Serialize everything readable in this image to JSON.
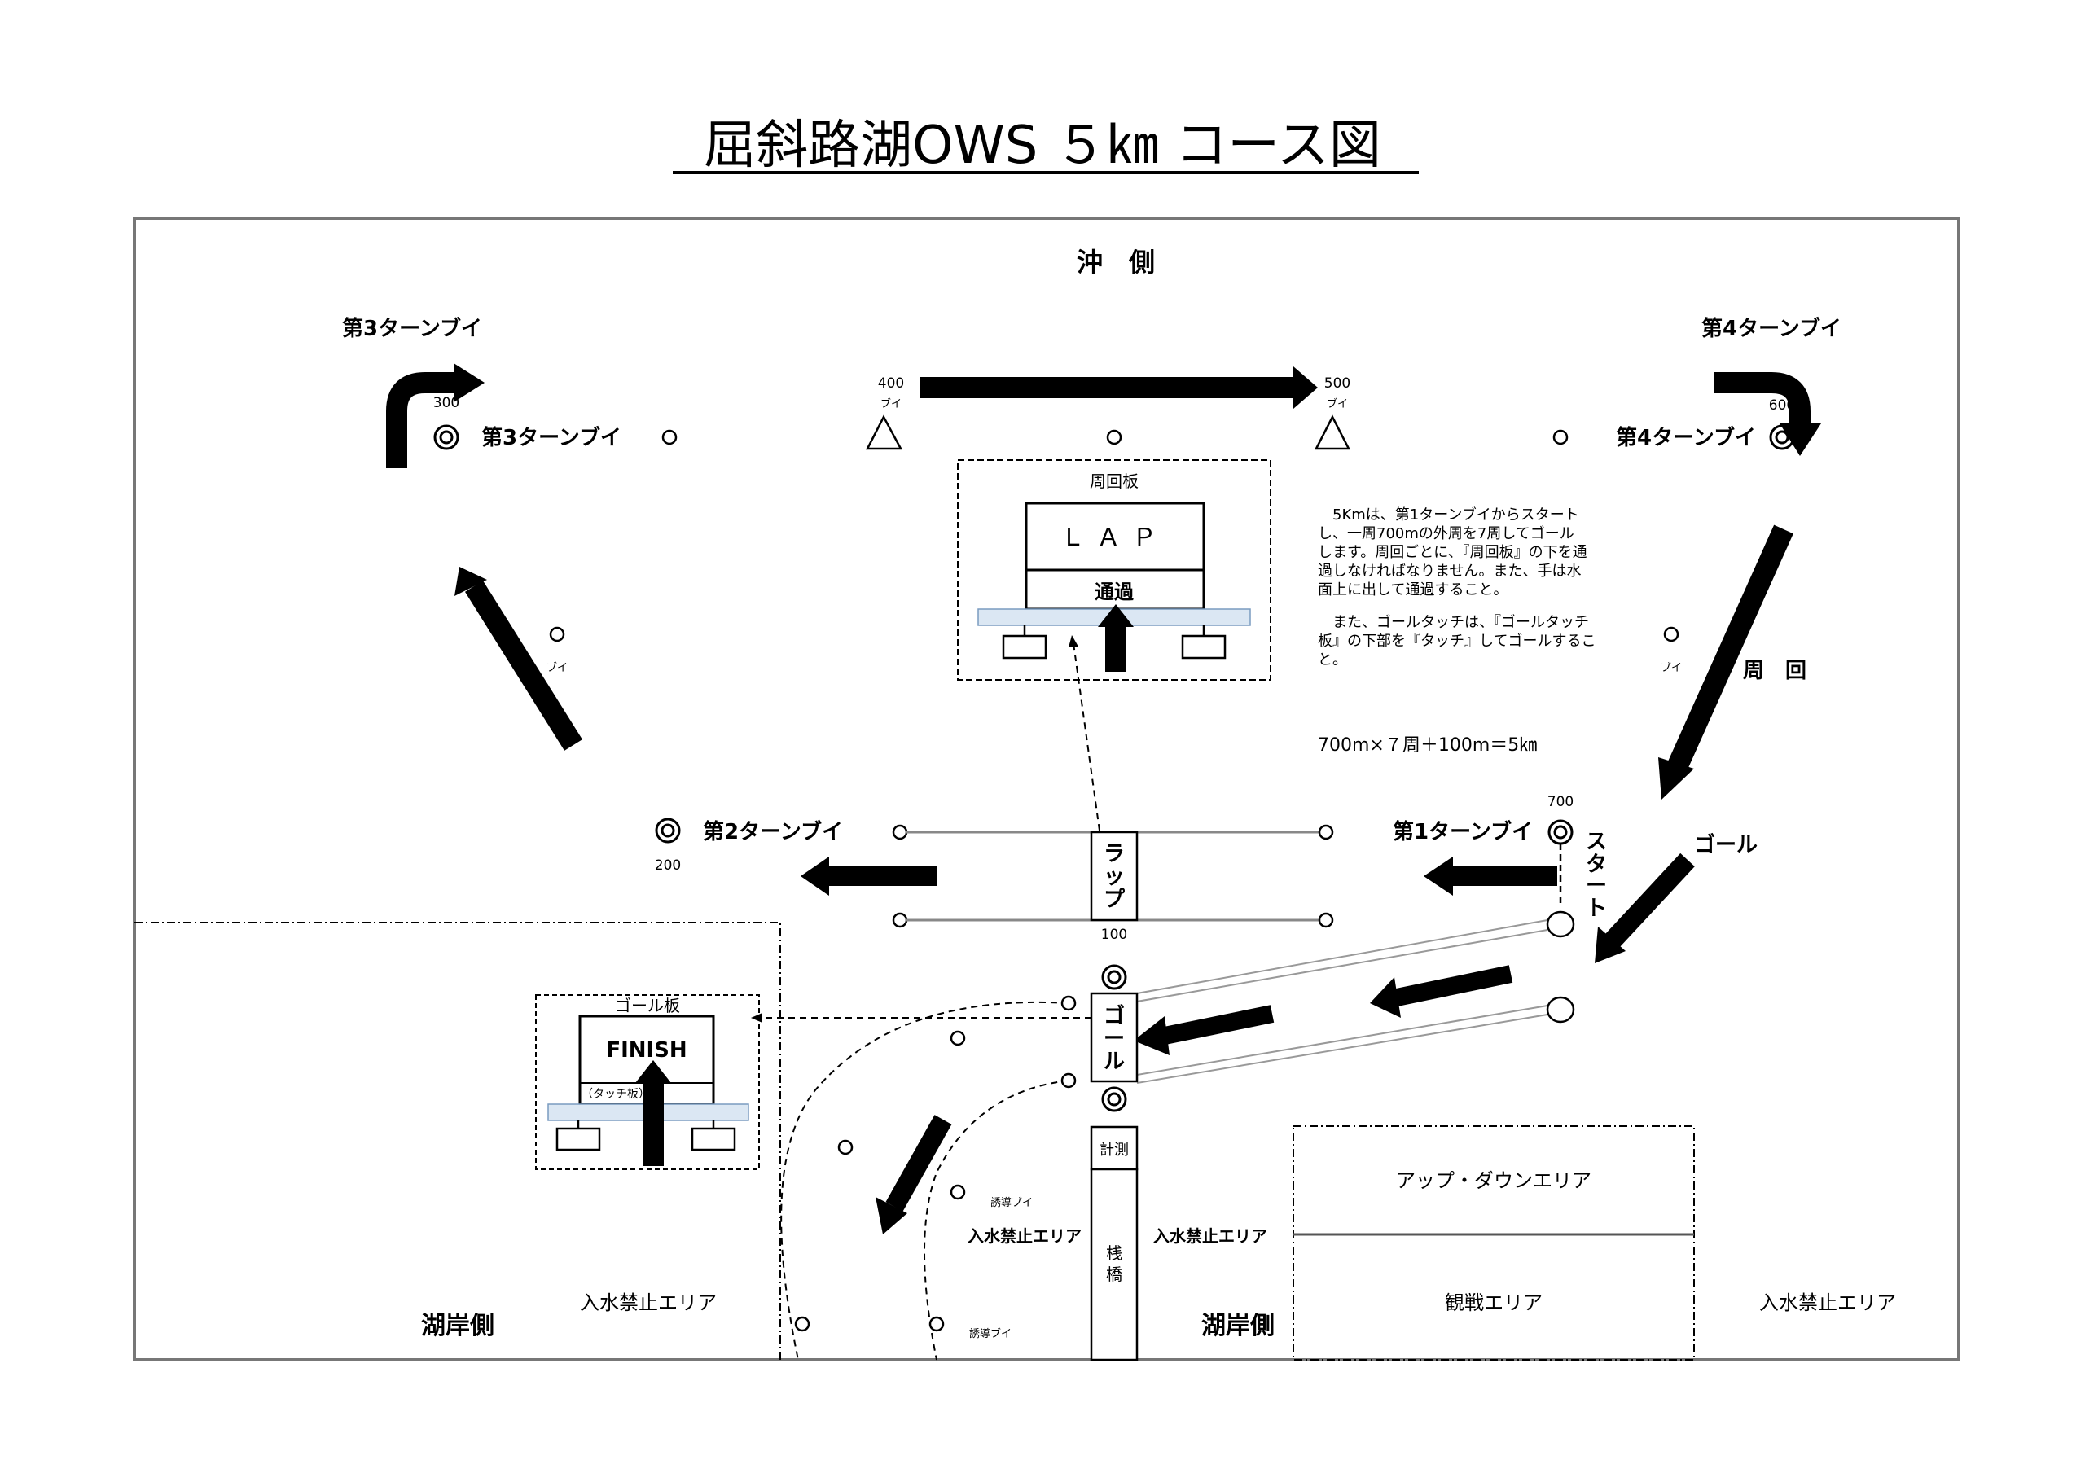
{
  "title": "屈斜路湖OWS ５㎞ コース図",
  "offshore": "沖　側",
  "shore_left": "湖岸側",
  "shore_mid": "湖岸側",
  "buoys": {
    "turn3_top": "第3ターンブイ",
    "turn3": "第3ターンブイ",
    "turn4_top": "第4ターンブイ",
    "turn4": "第4ターンブイ",
    "turn2": "第2ターンブイ",
    "turn1": "第1ターンブイ",
    "buoy": "ブイ",
    "guide": "誘導ブイ"
  },
  "distances": {
    "d300": "300",
    "d400": "400",
    "d500": "500",
    "d600": "600",
    "d200": "200",
    "d700": "700",
    "d100": "100"
  },
  "lap_board": {
    "header": "周回板",
    "label": "ＬＡＰ",
    "pass": "通過"
  },
  "goal_board": {
    "header": "ゴール板",
    "label": "FINISH",
    "touch": "（タッチ板）"
  },
  "instructions": [
    "　5Kmは、第1ターンブイからスタート",
    "し、一周700mの外周を7周してゴール",
    "します。周回ごとに、『周回板』の下を通",
    "過しなければなりません。また、手は水",
    "面上に出して通過すること。",
    "",
    "　また、ゴールタッチは、『ゴールタッチ",
    "板』の下部を『タッチ』してゴールするこ",
    "と。"
  ],
  "formula": "700m×７周＋100m＝5㎞",
  "labels": {
    "lap_chars": [
      "ラ",
      "ッ",
      "プ"
    ],
    "goal_chars": [
      "ゴ",
      "ー",
      "ル"
    ],
    "start_chars": [
      "ス",
      "タ",
      "ー",
      "ト"
    ],
    "goal": "ゴール",
    "laps": "周　回",
    "timing": "計測",
    "pier_chars": [
      "桟",
      "橋"
    ],
    "no_entry_1": "入水禁止エリア",
    "no_entry_2": "入水禁止エリア",
    "no_entry_3": "入水禁止エリア",
    "no_entry_4": "入水禁止エリア",
    "updown": "アップ・ダウンエリア",
    "spectator": "観戦エリア"
  }
}
